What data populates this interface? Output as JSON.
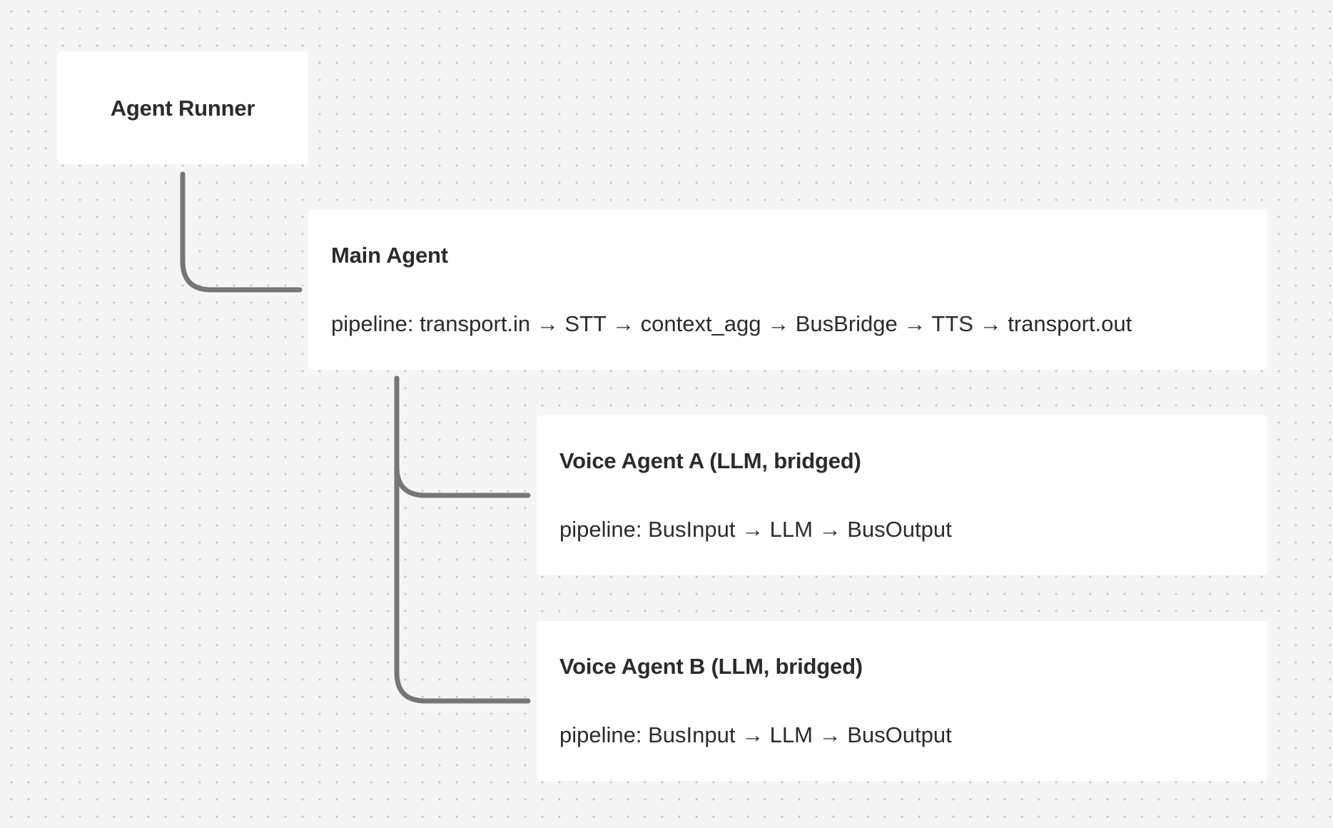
{
  "nodes": {
    "runner": {
      "title": "Agent Runner"
    },
    "main": {
      "title": "Main Agent",
      "pipeline": "pipeline: transport.in → STT → context_agg → BusBridge → TTS → transport.out"
    },
    "voice_a": {
      "title": "Voice Agent A (LLM, bridged)",
      "pipeline": "pipeline: BusInput → LLM → BusOutput"
    },
    "voice_b": {
      "title": "Voice Agent B (LLM, bridged)",
      "pipeline": "pipeline: BusInput → LLM → BusOutput"
    }
  },
  "colors": {
    "canvas": "#f5f5f5",
    "dot": "#c4c4c4",
    "node_fill": "#ffffff",
    "connector": "#767676",
    "text": "#2b2b2b"
  }
}
